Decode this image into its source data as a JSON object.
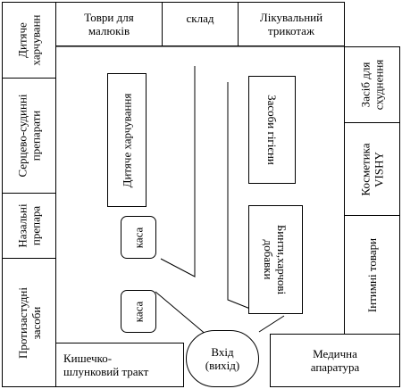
{
  "top": {
    "toys": [
      "Товри для",
      "малюків"
    ],
    "warehouse": "склад",
    "knitwear": [
      "Лікувальний",
      "трикотаж"
    ]
  },
  "left": {
    "baby_food": [
      "Дитяче",
      "харчуванн"
    ],
    "cardio": [
      "Серцево-судинні",
      "препарати"
    ],
    "nasal": [
      "Назальні",
      "препара"
    ],
    "cold": [
      "Протизастудні",
      "засоби"
    ]
  },
  "right": {
    "slimming": [
      "Засіб для",
      "схуднення"
    ],
    "cosmetics": [
      "Косметика",
      "VISHY"
    ],
    "intimate": "Інтимні товари"
  },
  "bottom": {
    "gi": [
      "Кишечко-",
      "шлунковий тракт"
    ],
    "entrance": [
      "Вхід",
      "(вихід)"
    ],
    "medical": [
      "Медична",
      "апаратура"
    ]
  },
  "inner": {
    "baby_food": "Дитяче харчування",
    "hygiene": "Засоби гігієни",
    "bandages": [
      "Бинти,харчові",
      "добавки"
    ],
    "till1": "каса",
    "till2": "каса"
  }
}
